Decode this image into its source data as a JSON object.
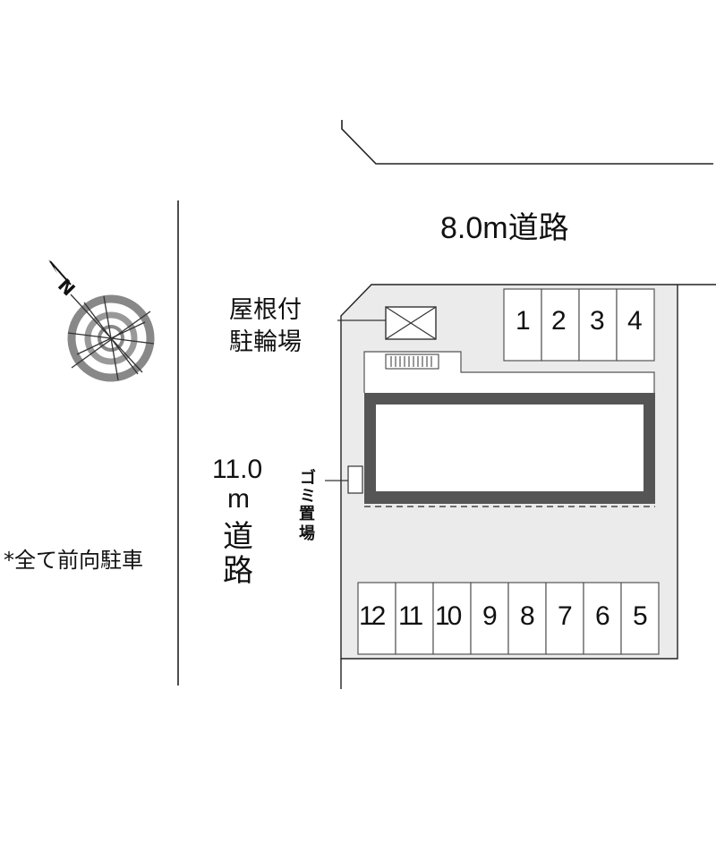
{
  "roads": {
    "north": {
      "label": "8.0m道路"
    },
    "west": {
      "width_label": "11.0",
      "unit_label": "m",
      "road_chars": [
        "道",
        "路"
      ]
    }
  },
  "roof_parking": {
    "label_lines": [
      "屋根付",
      "駐輪場"
    ]
  },
  "garbage": {
    "label_chars": [
      "ゴ",
      "ミ",
      "置",
      "場"
    ]
  },
  "parking_top": [
    "1",
    "2",
    "3",
    "4"
  ],
  "parking_bottom": [
    "12",
    "11",
    "10",
    "9",
    "8",
    "7",
    "6",
    "5"
  ],
  "note": "*全て前向駐車",
  "compass": {
    "north_letter": "N"
  },
  "colors": {
    "lot": "#ebebeb",
    "building": "#555555",
    "line": "#222222",
    "compass": "#888888"
  }
}
